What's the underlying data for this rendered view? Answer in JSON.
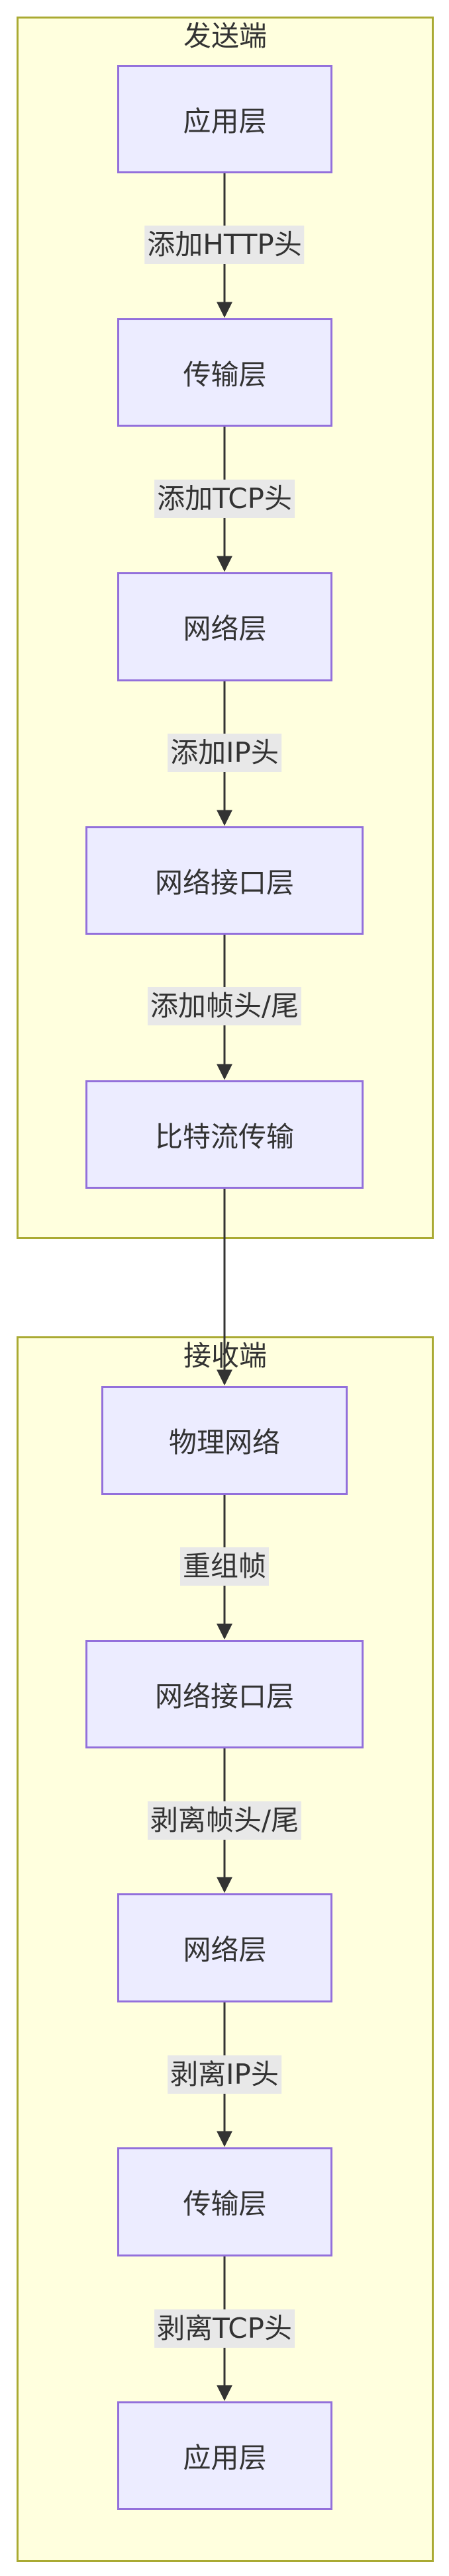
{
  "sender": {
    "title": "发送端",
    "nodes": [
      "应用层",
      "传输层",
      "网络层",
      "网络接口层",
      "比特流传输"
    ],
    "edges": [
      "添加HTTP头",
      "添加TCP头",
      "添加IP头",
      "添加帧头/尾"
    ]
  },
  "receiver": {
    "title": "接收端",
    "nodes": [
      "物理网络",
      "网络接口层",
      "网络层",
      "传输层",
      "应用层"
    ],
    "edges": [
      "重组帧",
      "剥离帧头/尾",
      "剥离IP头",
      "剥离TCP头"
    ]
  }
}
